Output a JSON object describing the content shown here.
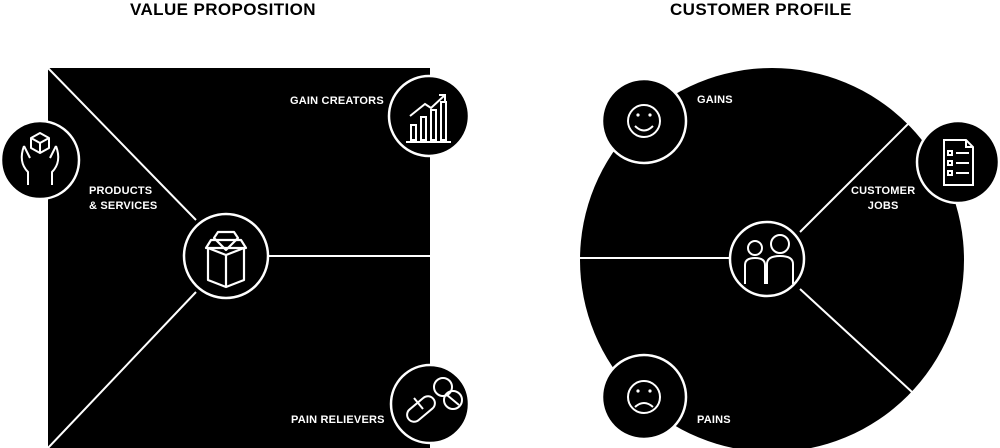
{
  "value_proposition": {
    "title": "VALUE PROPOSITION",
    "sections": {
      "gain_creators": "GAIN CREATORS",
      "products_services_line1": "PRODUCTS",
      "products_services_line2": "& SERVICES",
      "pain_relievers": "PAIN RELIEVERS"
    },
    "icons": {
      "gain_creators": "bar-chart-growth-icon",
      "products_services": "hands-holding-box-icon",
      "center": "gift-box-diamond-icon",
      "pain_relievers": "pills-icon"
    }
  },
  "customer_profile": {
    "title": "CUSTOMER PROFILE",
    "sections": {
      "gains": "GAINS",
      "customer_jobs_line1": "CUSTOMER",
      "customer_jobs_line2": "JOBS",
      "pains": "PAINS"
    },
    "icons": {
      "gains": "smiley-face-icon",
      "customer_jobs": "checklist-document-icon",
      "center": "people-group-icon",
      "pains": "sad-face-icon"
    }
  },
  "colors": {
    "fill": "#000000",
    "stroke": "#ffffff",
    "background": "#ffffff"
  }
}
